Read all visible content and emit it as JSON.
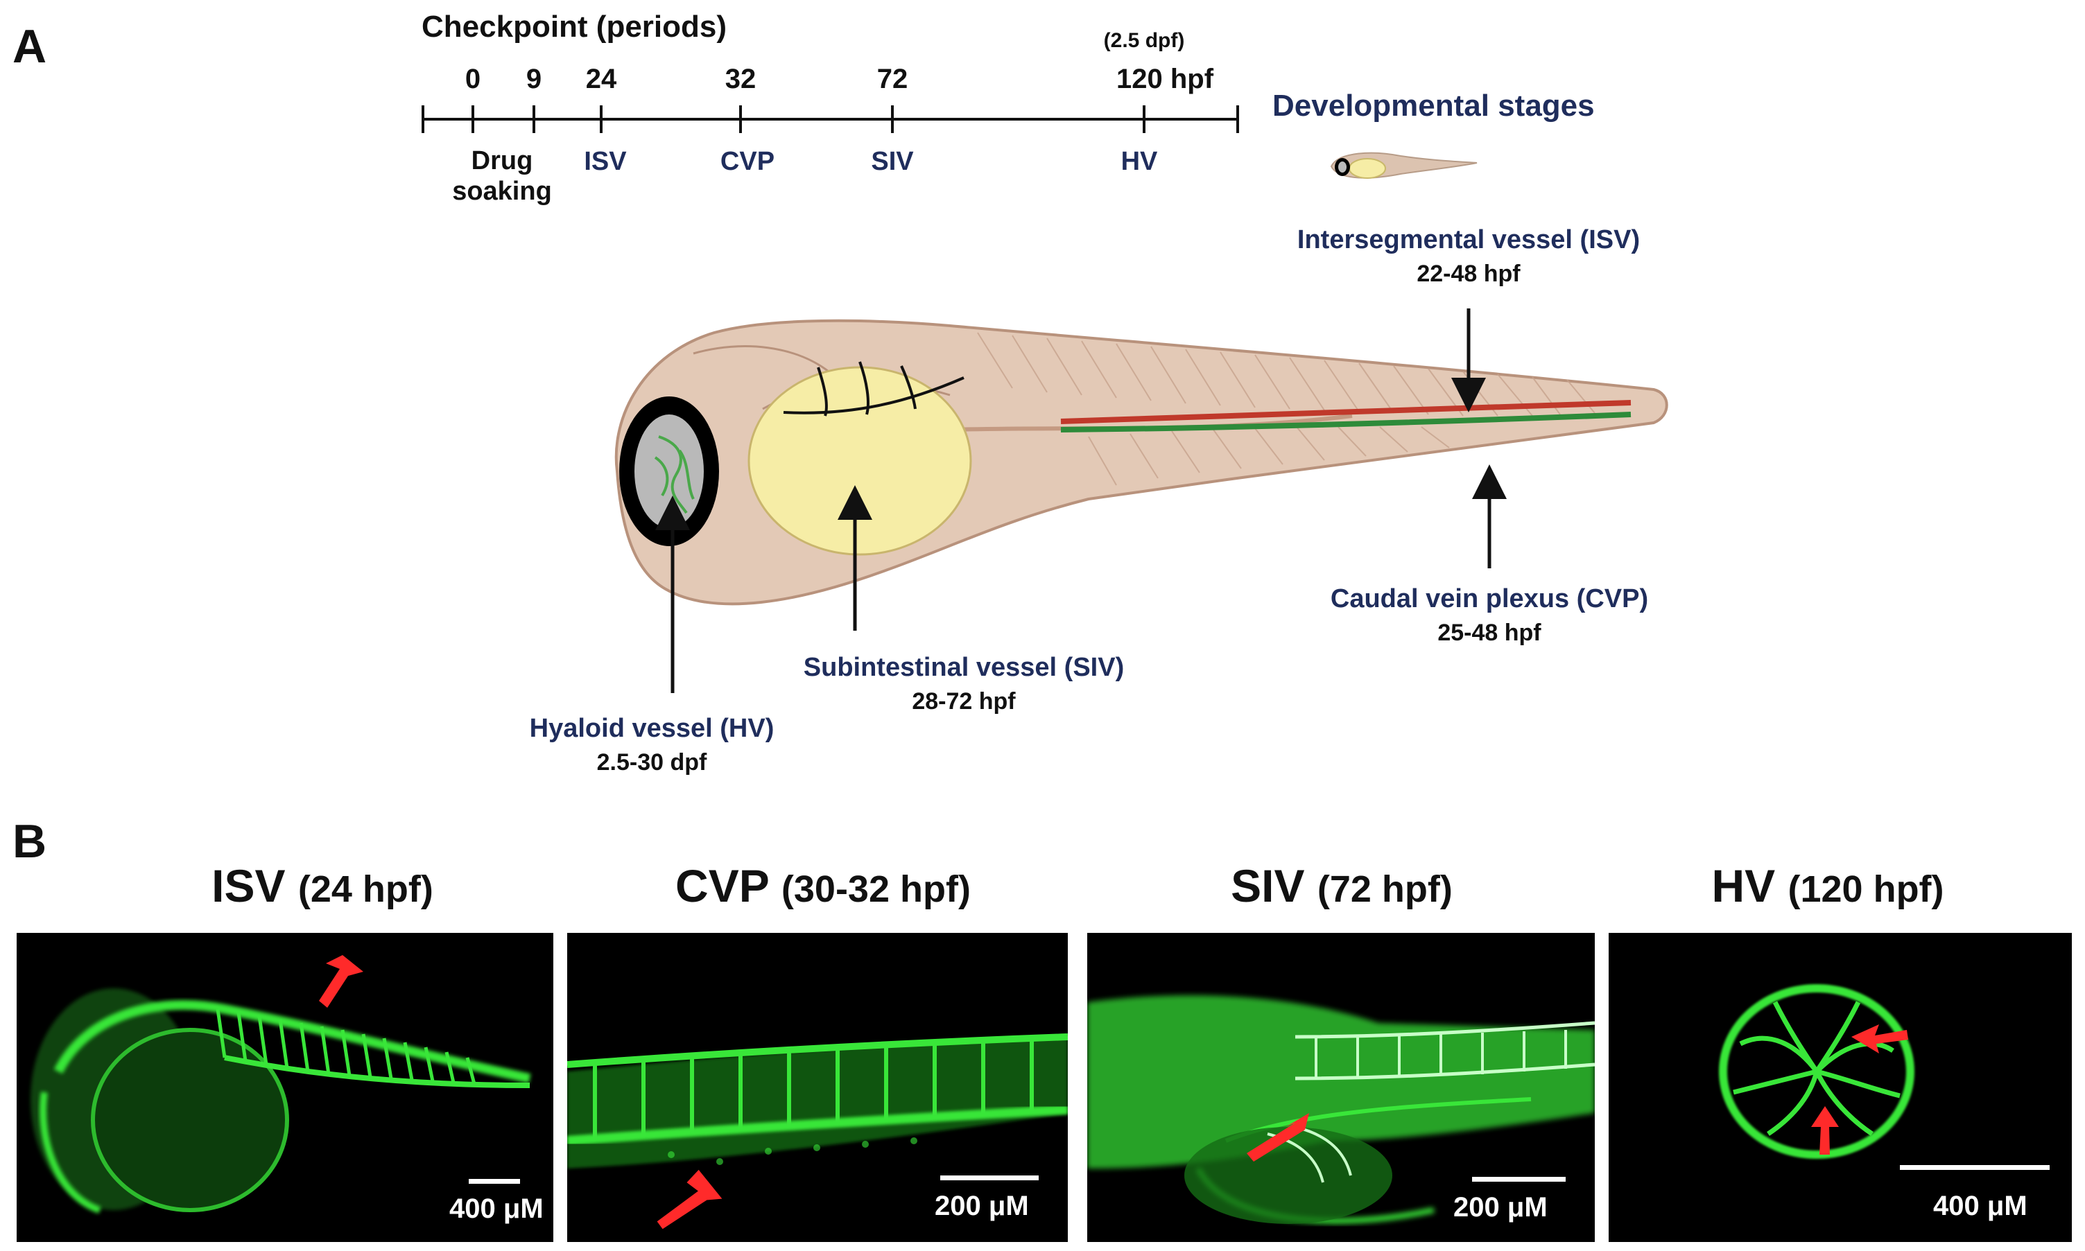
{
  "panel_a": {
    "letter": "A",
    "timeline": {
      "title": "Checkpoint (periods)",
      "ticks": [
        "0",
        "9",
        "24",
        "32",
        "72",
        "120 hpf"
      ],
      "note_above_last": "(2.5 dpf)",
      "stage_labels": [
        "ISV",
        "CVP",
        "SIV",
        "HV"
      ],
      "drug_label_line1": "Drug",
      "drug_label_line2": "soaking"
    },
    "developmental_stages": "Developmental stages",
    "callouts": {
      "isv": {
        "name": "Intersegmental vessel (ISV)",
        "range": "22-48 hpf"
      },
      "cvp": {
        "name": "Caudal vein plexus (CVP)",
        "range": "25-48 hpf"
      },
      "siv": {
        "name": "Subintestinal vessel (SIV)",
        "range": "28-72 hpf"
      },
      "hv": {
        "name": "Hyaloid vessel (HV)",
        "range": "2.5-30 dpf"
      }
    },
    "colors": {
      "label_blue": "#1f2d5c",
      "body": "#e3c9b6",
      "yolk": "#f6eda6",
      "artery": "#c0392b",
      "vein": "#2e8b3a"
    }
  },
  "panel_b": {
    "letter": "B",
    "images": [
      {
        "title": "ISV",
        "subtitle": "(24 hpf)",
        "scale": "400 μM"
      },
      {
        "title": "CVP",
        "subtitle": "(30-32 hpf)",
        "scale": "200 μM"
      },
      {
        "title": "SIV",
        "subtitle": "(72 hpf)",
        "scale": "200 μM"
      },
      {
        "title": "HV",
        "subtitle": "(120 hpf)",
        "scale": "400 μM"
      }
    ],
    "colors": {
      "fluorescence": "#39e639",
      "arrow": "#ff2a2a"
    }
  }
}
